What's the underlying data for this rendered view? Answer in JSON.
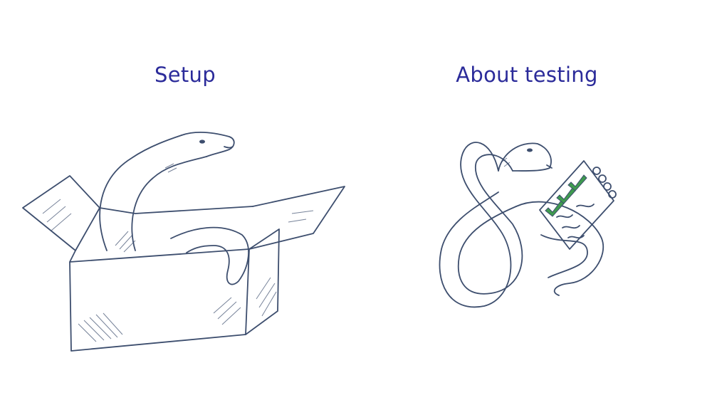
{
  "colors": {
    "heading": "#2b2b9a",
    "ink": "#3d4e6e",
    "check": "#3f9a4f",
    "background": "#ffffff"
  },
  "slides": [
    {
      "heading": "Setup",
      "illustration": "snake-in-box-illustration"
    },
    {
      "heading": "About testing",
      "illustration": "snake-with-checklist-illustration"
    }
  ]
}
